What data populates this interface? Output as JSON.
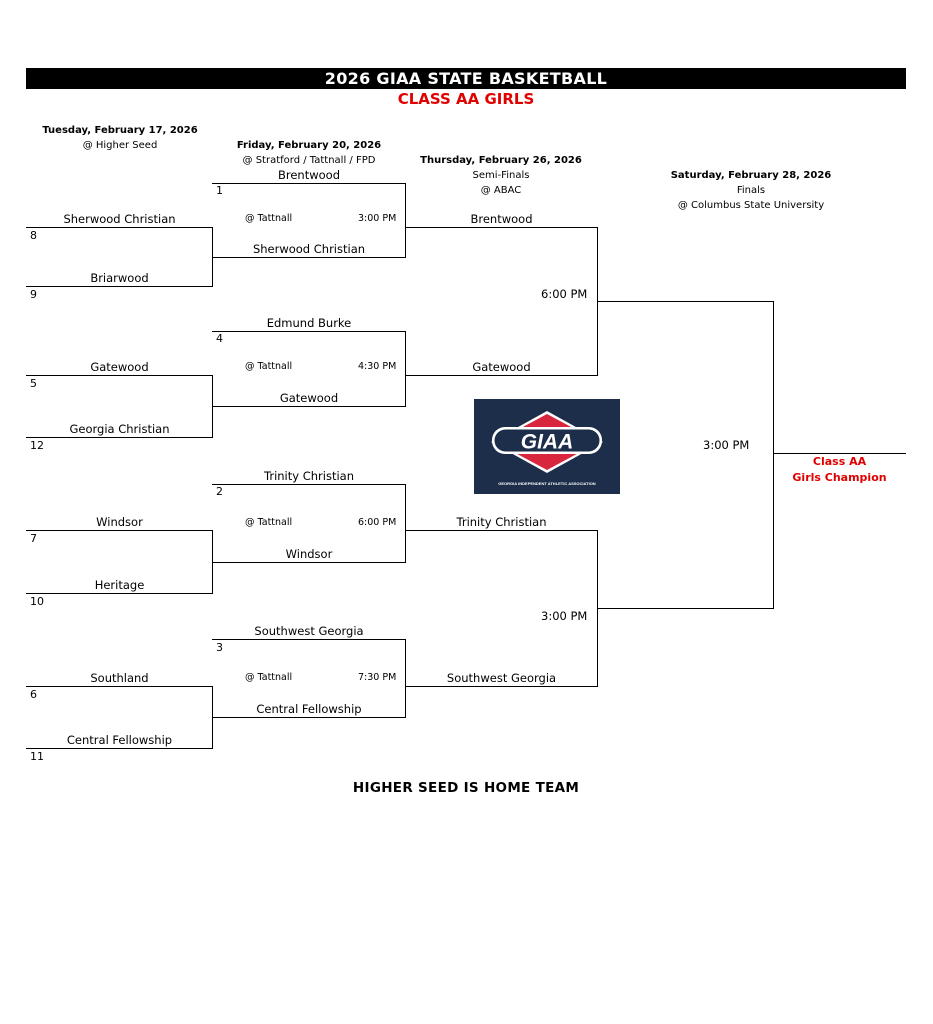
{
  "header": {
    "title": "2026 GIAA STATE BASKETBALL",
    "subtitle": "CLASS AA GIRLS"
  },
  "rounds": {
    "first": {
      "date": "Tuesday, February 17, 2026",
      "location": "@ Higher Seed"
    },
    "quarter": {
      "date": "Friday, February 20, 2026",
      "location": "@ Stratford / Tattnall / FPD"
    },
    "semi": {
      "date": "Thursday, February 26, 2026",
      "name": "Semi-Finals",
      "location": "@ ABAC"
    },
    "final": {
      "date": "Saturday, February 28, 2026",
      "name": "Finals",
      "location": "@ Columbus State University"
    }
  },
  "first_round": [
    {
      "top_team": "Sherwood Christian",
      "top_seed": "8",
      "bottom_team": "Briarwood",
      "bottom_seed": "9"
    },
    {
      "top_team": "Gatewood",
      "top_seed": "5",
      "bottom_team": "Georgia Christian",
      "bottom_seed": "12"
    },
    {
      "top_team": "Windsor",
      "top_seed": "7",
      "bottom_team": "Heritage",
      "bottom_seed": "10"
    },
    {
      "top_team": "Southland",
      "top_seed": "6",
      "bottom_team": "Central Fellowship",
      "bottom_seed": "11"
    }
  ],
  "quarterfinals": [
    {
      "top_team": "Brentwood",
      "top_seed": "1",
      "venue": "@ Tattnall",
      "time": "3:00 PM",
      "bottom_team": "Sherwood Christian"
    },
    {
      "top_team": "Edmund Burke",
      "top_seed": "4",
      "venue": "@ Tattnall",
      "time": "4:30 PM",
      "bottom_team": "Gatewood"
    },
    {
      "top_team": "Trinity Christian",
      "top_seed": "2",
      "venue": "@ Tattnall",
      "time": "6:00 PM",
      "bottom_team": "Windsor"
    },
    {
      "top_team": "Southwest Georgia",
      "top_seed": "3",
      "venue": "@ Tattnall",
      "time": "7:30 PM",
      "bottom_team": "Central Fellowship"
    }
  ],
  "semifinals": [
    {
      "top_team": "Brentwood",
      "bottom_team": "Gatewood",
      "time": "6:00 PM"
    },
    {
      "top_team": "Trinity Christian",
      "bottom_team": "Southwest Georgia",
      "time": "3:00 PM"
    }
  ],
  "final": {
    "time": "3:00 PM",
    "champion_line1": "Class AA",
    "champion_line2": "Girls Champion"
  },
  "logo": {
    "text": "GIAA",
    "tagline": "GEORGIA INDEPENDENT ATHLETIC ASSOCIATION"
  },
  "footer": "HIGHER SEED IS HOME TEAM",
  "colors": {
    "accent_red": "#e00000",
    "logo_navy": "#1c2e4a",
    "logo_red": "#d7263d"
  }
}
